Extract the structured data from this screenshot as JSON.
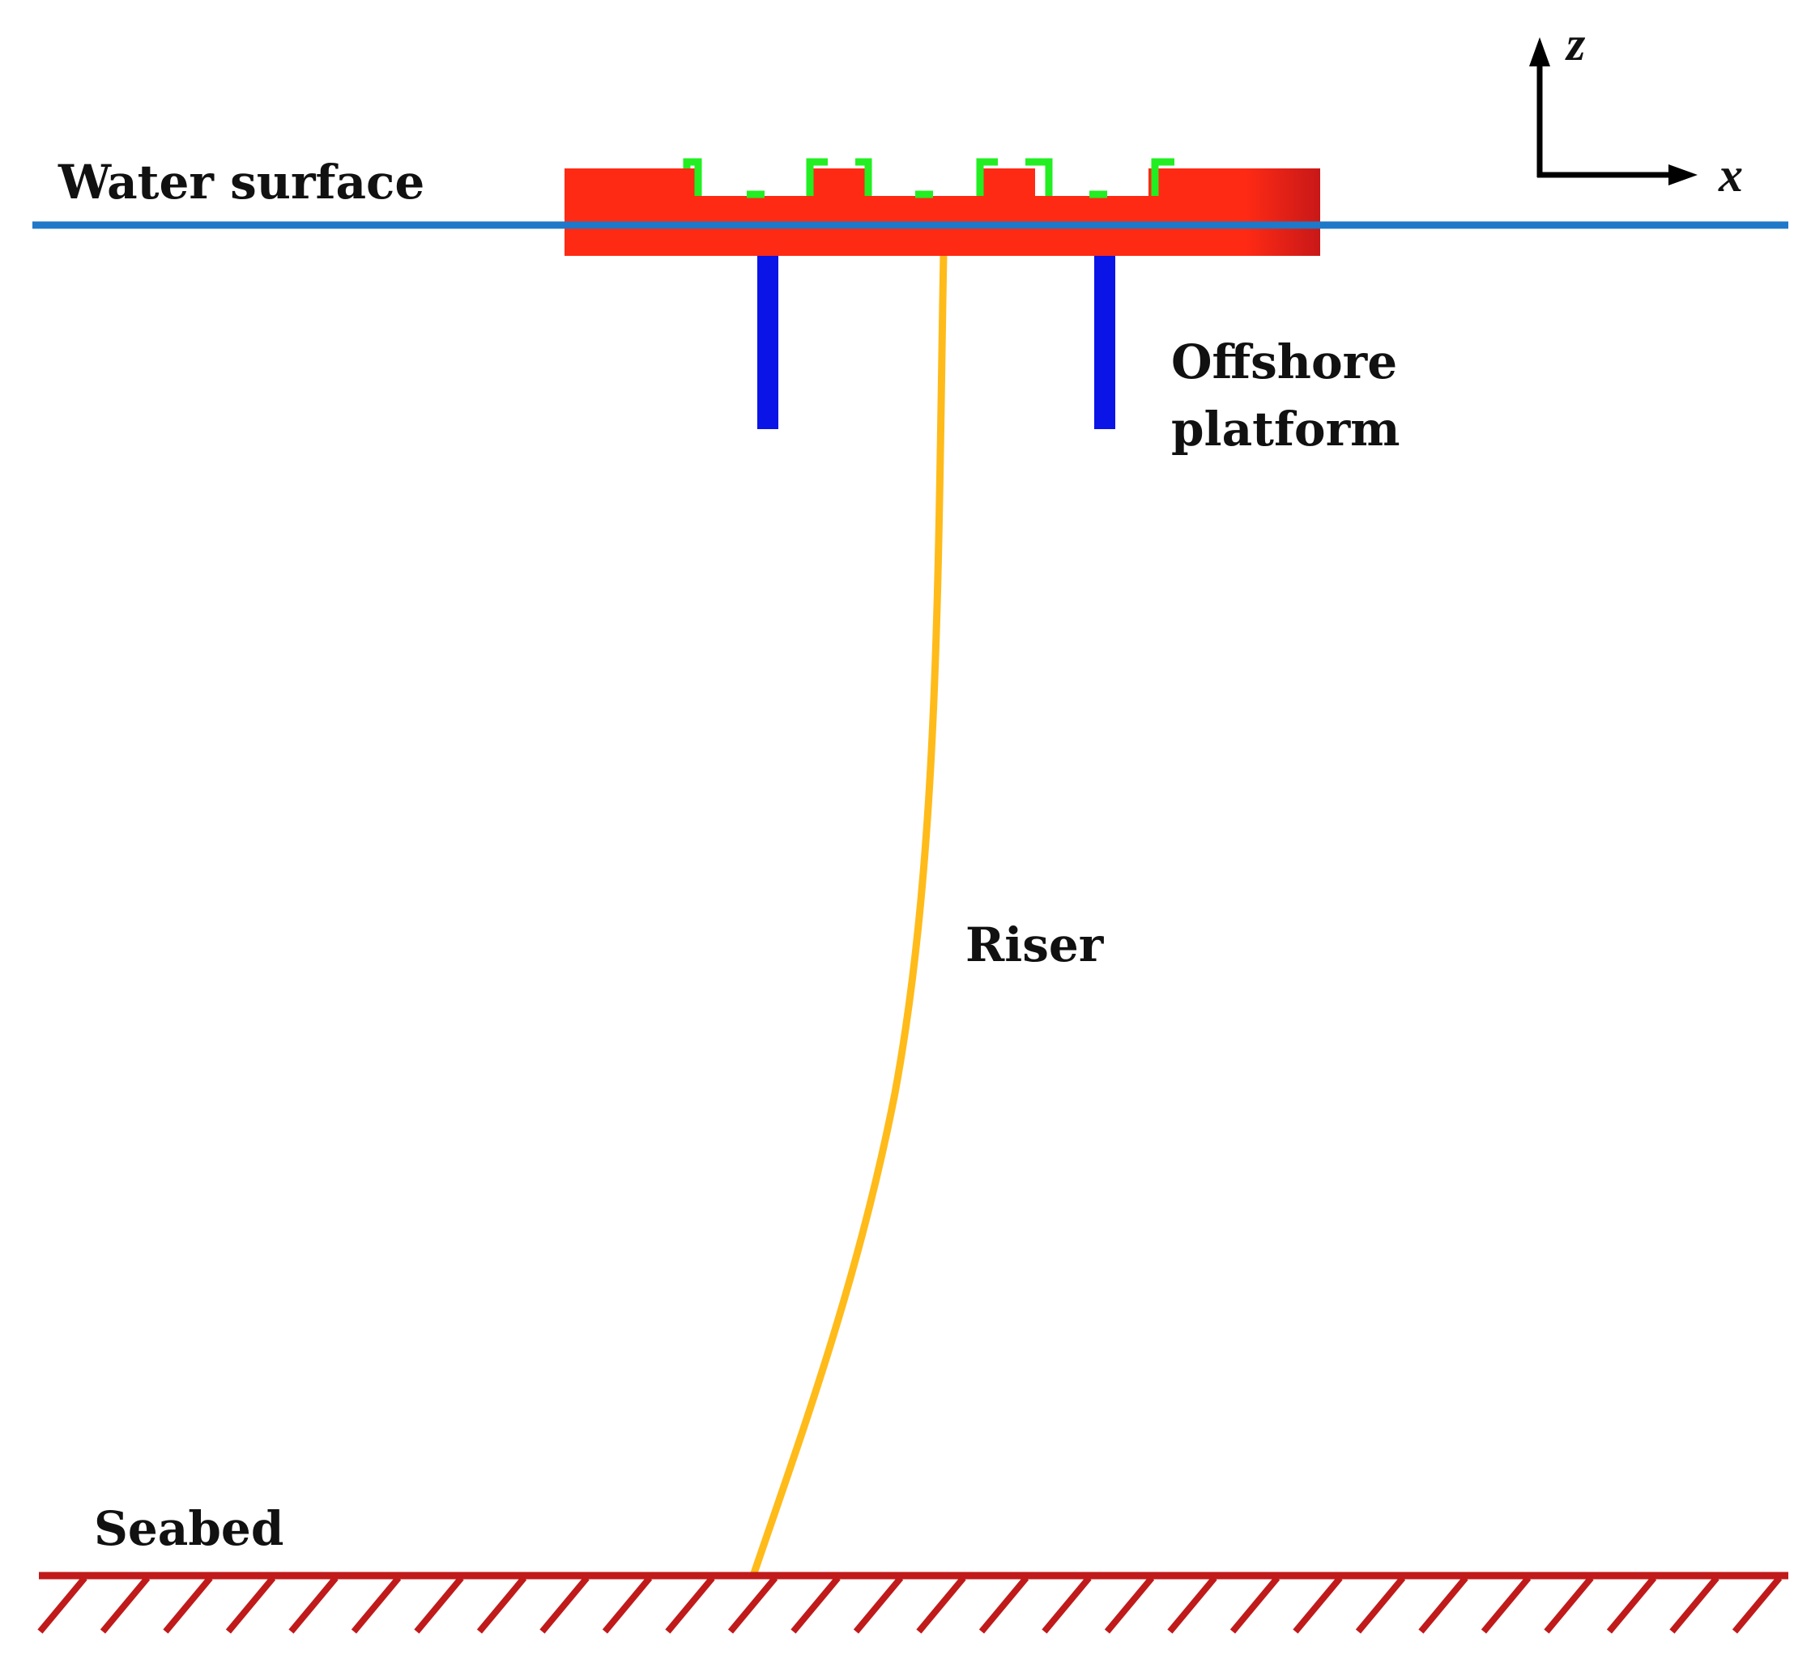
{
  "labels": {
    "water_surface": "Water surface",
    "offshore_line1": "Offshore",
    "offshore_line2": "platform",
    "riser": "Riser",
    "seabed": "Seabed",
    "axis_z": "z",
    "axis_x": "x"
  },
  "colors": {
    "water_line": "#1f78c8",
    "platform_body": "#ff2a14",
    "platform_edge_shade": "#c81818",
    "platform_trim": "#22ee22",
    "platform_legs": "#0a14e6",
    "riser": "#ffbb1a",
    "seabed": "#c01a1a",
    "axes": "#000000"
  }
}
